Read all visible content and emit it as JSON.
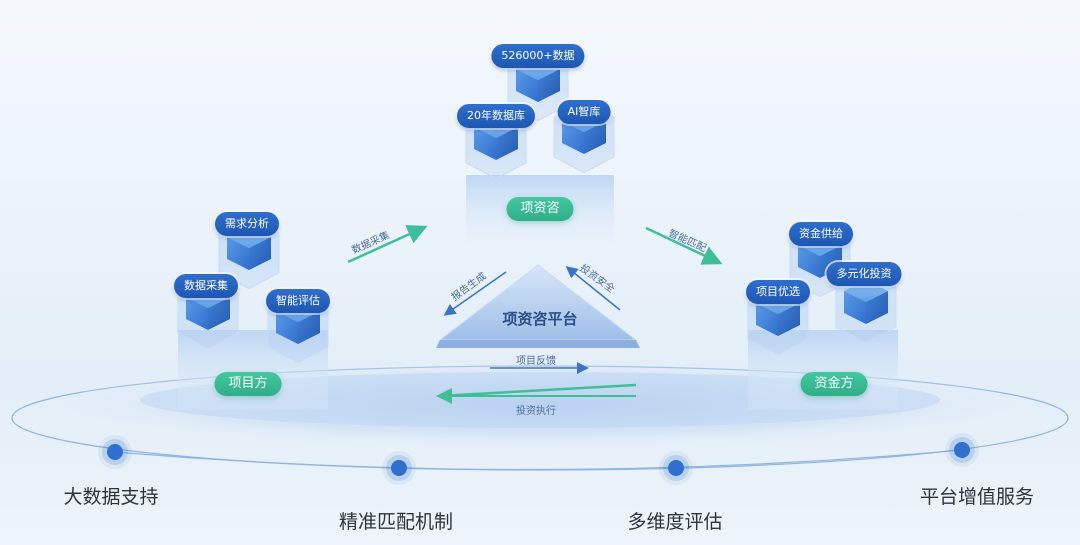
{
  "center": {
    "badge": "项资咨",
    "platform": "项资咨平台",
    "tags": [
      "526000+数据",
      "20年数据库",
      "AI智库"
    ]
  },
  "left": {
    "badge": "项目方",
    "tags": [
      "需求分析",
      "数据采集",
      "智能评估"
    ]
  },
  "right": {
    "badge": "资金方",
    "tags": [
      "资金供给",
      "多元化投资",
      "项目优选"
    ]
  },
  "flows": {
    "left_to_center": "数据采集",
    "center_to_right": "智能匹配",
    "report": "报告生成",
    "invest_safe": "投资安全",
    "feedback": "项目反馈",
    "execute": "投资执行"
  },
  "bottom": [
    "大数据支持",
    "精准匹配机制",
    "多维度评估",
    "平台增值服务"
  ],
  "colors": {
    "primary_blue": "#2f6fce",
    "accent_green": "#3fbf98",
    "text_dark": "#2c3440"
  }
}
